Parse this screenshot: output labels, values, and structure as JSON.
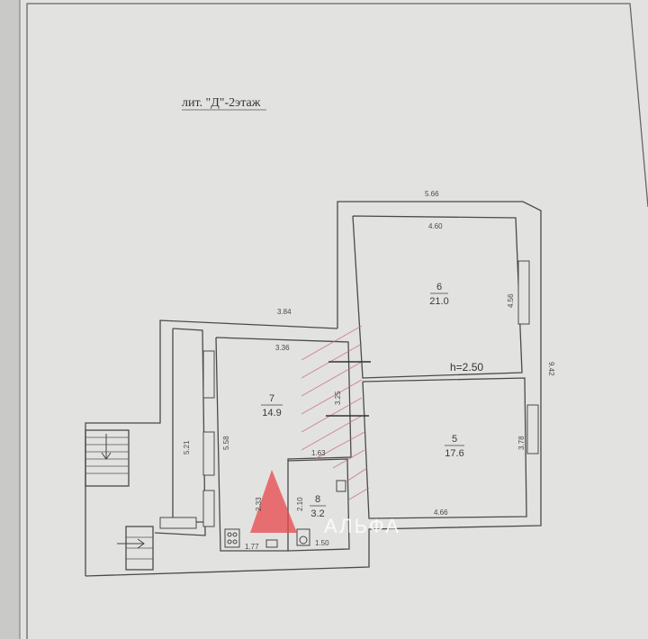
{
  "title": "лит. \"Д\"-2этаж",
  "watermark": {
    "text": "АЛЬФА",
    "accent": "#e8474a"
  },
  "rooms": [
    {
      "number": "6",
      "area": "21.0"
    },
    {
      "number": "7",
      "area": "14.9"
    },
    {
      "number": "5",
      "area": "17.6"
    },
    {
      "number": "8",
      "area": "3.2"
    }
  ],
  "ceiling_height": "h=2.50",
  "dimensions": {
    "top_overall": "5.66",
    "room6_width": "4.60",
    "room6_height": "4.56",
    "right_overall": "9.42",
    "left_top": "3.84",
    "room7_width": "3.36",
    "corridor_height": "3.25",
    "room5_height": "3.78",
    "room5_width": "4.66",
    "left_outer": "5.21",
    "room7_height": "5.58",
    "room8_width": "1.63",
    "room8_height": "2.10",
    "left_lower": "2.33",
    "bottom_left": "1.77",
    "bottom_right": "1.50"
  },
  "colors": {
    "ink": "#4a4a4a",
    "hatch": "#b8354a",
    "paper": "#e6e6e5"
  }
}
